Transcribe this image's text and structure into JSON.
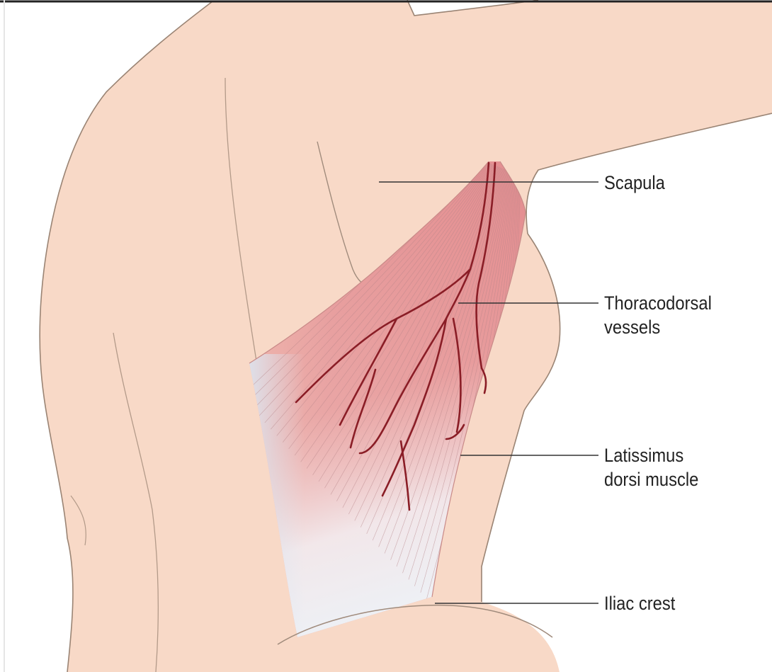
{
  "labels": {
    "scapula": {
      "lines": [
        "Scapula"
      ]
    },
    "thoracodorsal": {
      "lines": [
        "Thoracodorsal",
        "vessels"
      ]
    },
    "latissimus": {
      "lines": [
        "Latissimus",
        "dorsi muscle"
      ]
    },
    "iliac": {
      "lines": [
        "Iliac crest"
      ]
    }
  },
  "colors": {
    "skin": "#f8d7c4",
    "outline": "#9a8474",
    "muscle": "#e59a98",
    "aponeurosis": "#dfe7f1",
    "vessel": "#8a1d26",
    "leader_line": "#333333"
  }
}
